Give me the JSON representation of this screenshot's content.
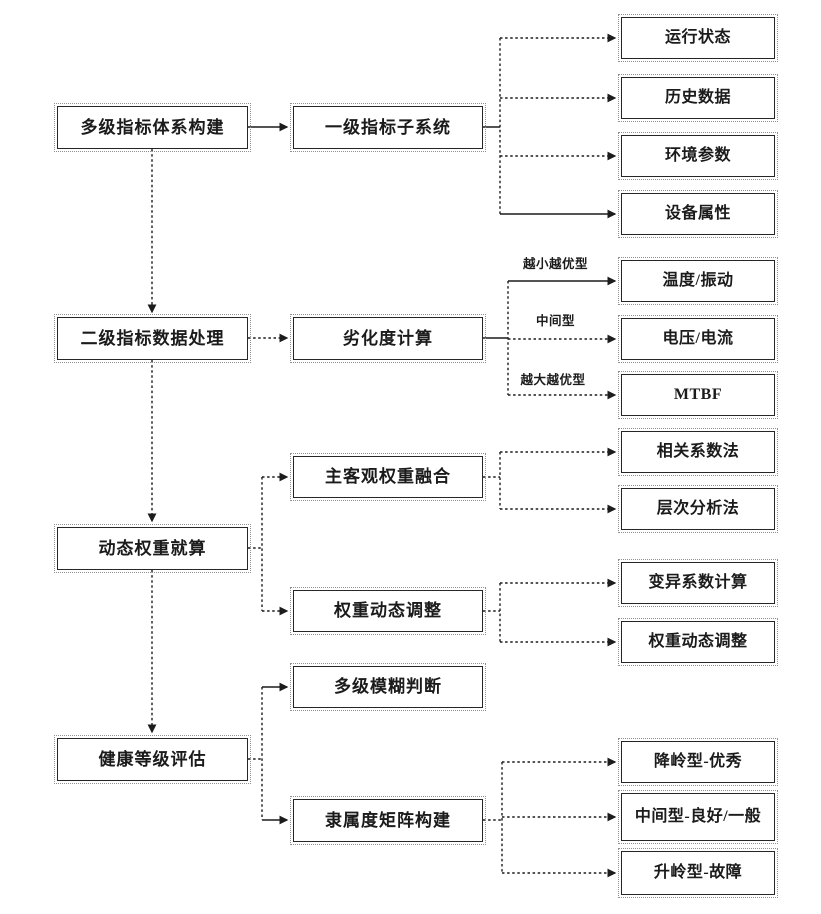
{
  "flowchart": {
    "left": [
      "多级指标体系构建",
      "二级指标数据处理",
      "动态权重就算",
      "健康等级评估"
    ],
    "middle": [
      "一级指标子系统",
      "劣化度计算",
      "主客观权重融合",
      "权重动态调整",
      "多级模糊判断",
      "隶属度矩阵构建"
    ],
    "right": [
      "运行状态",
      "历史数据",
      "环境参数",
      "设备属性",
      "温度/振动",
      "电压/电流",
      "MTBF",
      "相关系数法",
      "层次分析法",
      "变异系数计算",
      "权重动态调整",
      "降岭型-优秀",
      "中间型-良好/一般",
      "升岭型-故障"
    ],
    "edge_labels": [
      "越小越优型",
      "中间型",
      "越大越优型"
    ],
    "colors": {
      "ink": "#1c1c1c",
      "box_border": "#262626",
      "background": "#ffffff"
    }
  }
}
